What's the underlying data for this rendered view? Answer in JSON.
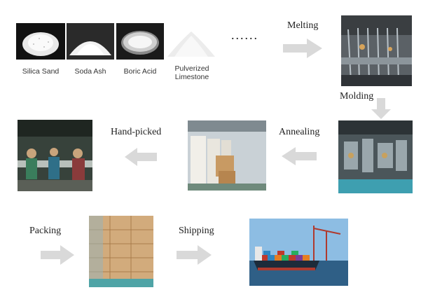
{
  "materials": [
    {
      "name": "Silica Sand"
    },
    {
      "name": "Soda Ash"
    },
    {
      "name": "Boric Acid"
    },
    {
      "name": "Pulverized Limestone"
    }
  ],
  "ellipsis": "......",
  "steps": {
    "melting": "Melting",
    "molding": "Molding",
    "annealing": "Annealing",
    "hand_picked": "Hand-picked",
    "packing": "Packing",
    "shipping": "Shipping"
  },
  "colors": {
    "arrow": "#d9d9d9",
    "powder": "#f4f4f4"
  }
}
